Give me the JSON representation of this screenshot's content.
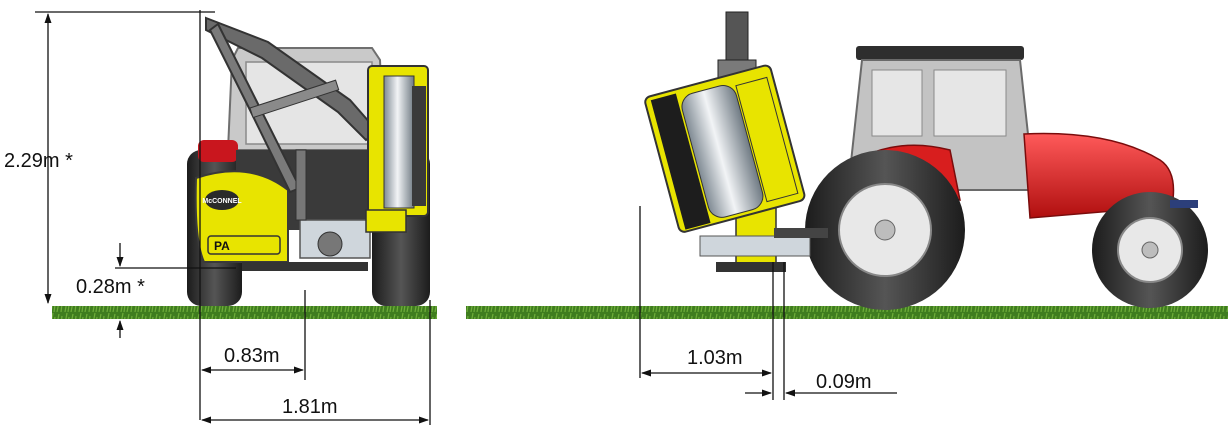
{
  "dimensions": {
    "height_total": "2.29m *",
    "ground_clearance": "0.28m *",
    "reach_offset": "0.83m",
    "overall_width": "1.81m",
    "side_reach": "1.03m",
    "side_offset": "0.09m"
  },
  "brand_labels": {
    "badge": "McCONNEL",
    "model": "PA"
  },
  "colors": {
    "attachment_yellow": "#e8e400",
    "tractor_red": "#d81e1e",
    "cab_grey": "#bfbfbf",
    "ground_green": "#3f7d1f",
    "dimension_line": "#111111"
  }
}
